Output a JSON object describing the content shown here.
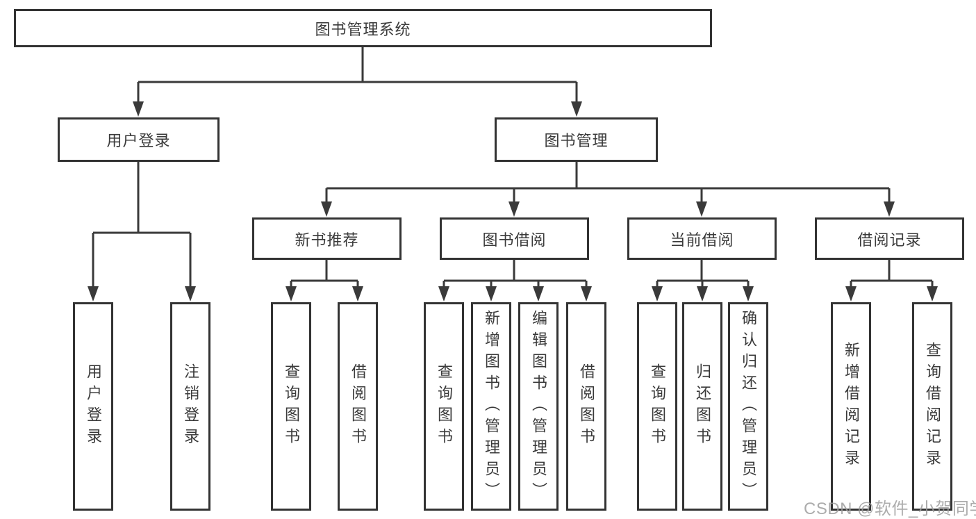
{
  "root": {
    "label": "图书管理系统"
  },
  "level2": [
    {
      "label": "用户登录"
    },
    {
      "label": "图书管理"
    }
  ],
  "level3": [
    {
      "label": "新书推荐",
      "parent": "图书管理"
    },
    {
      "label": "图书借阅",
      "parent": "图书管理"
    },
    {
      "label": "当前借阅",
      "parent": "图书管理"
    },
    {
      "label": "借阅记录",
      "parent": "图书管理"
    }
  ],
  "leaves": [
    {
      "label": "用户登录",
      "parent": "用户登录"
    },
    {
      "label": "注销登录",
      "parent": "用户登录"
    },
    {
      "label": "查询图书",
      "parent": "新书推荐"
    },
    {
      "label": "借阅图书",
      "parent": "新书推荐"
    },
    {
      "label": "查询图书",
      "parent": "图书借阅"
    },
    {
      "label": "新增图书（管理员）",
      "parent": "图书借阅"
    },
    {
      "label": "编辑图书（管理员）",
      "parent": "图书借阅"
    },
    {
      "label": "借阅图书",
      "parent": "图书借阅"
    },
    {
      "label": "查询图书",
      "parent": "当前借阅"
    },
    {
      "label": "归还图书",
      "parent": "当前借阅"
    },
    {
      "label": "确认归还（管理员）",
      "parent": "当前借阅"
    },
    {
      "label": "新增借阅记录",
      "parent": "借阅记录"
    },
    {
      "label": "查询借阅记录",
      "parent": "借阅记录"
    }
  ],
  "watermark": {
    "text": "CSDN @软件_小贺同学"
  },
  "colors": {
    "line": "#3a3a3a",
    "box_border": "#333333",
    "text": "#3a3a3a",
    "background": "#ffffff",
    "watermark": "#9e9e9e"
  }
}
